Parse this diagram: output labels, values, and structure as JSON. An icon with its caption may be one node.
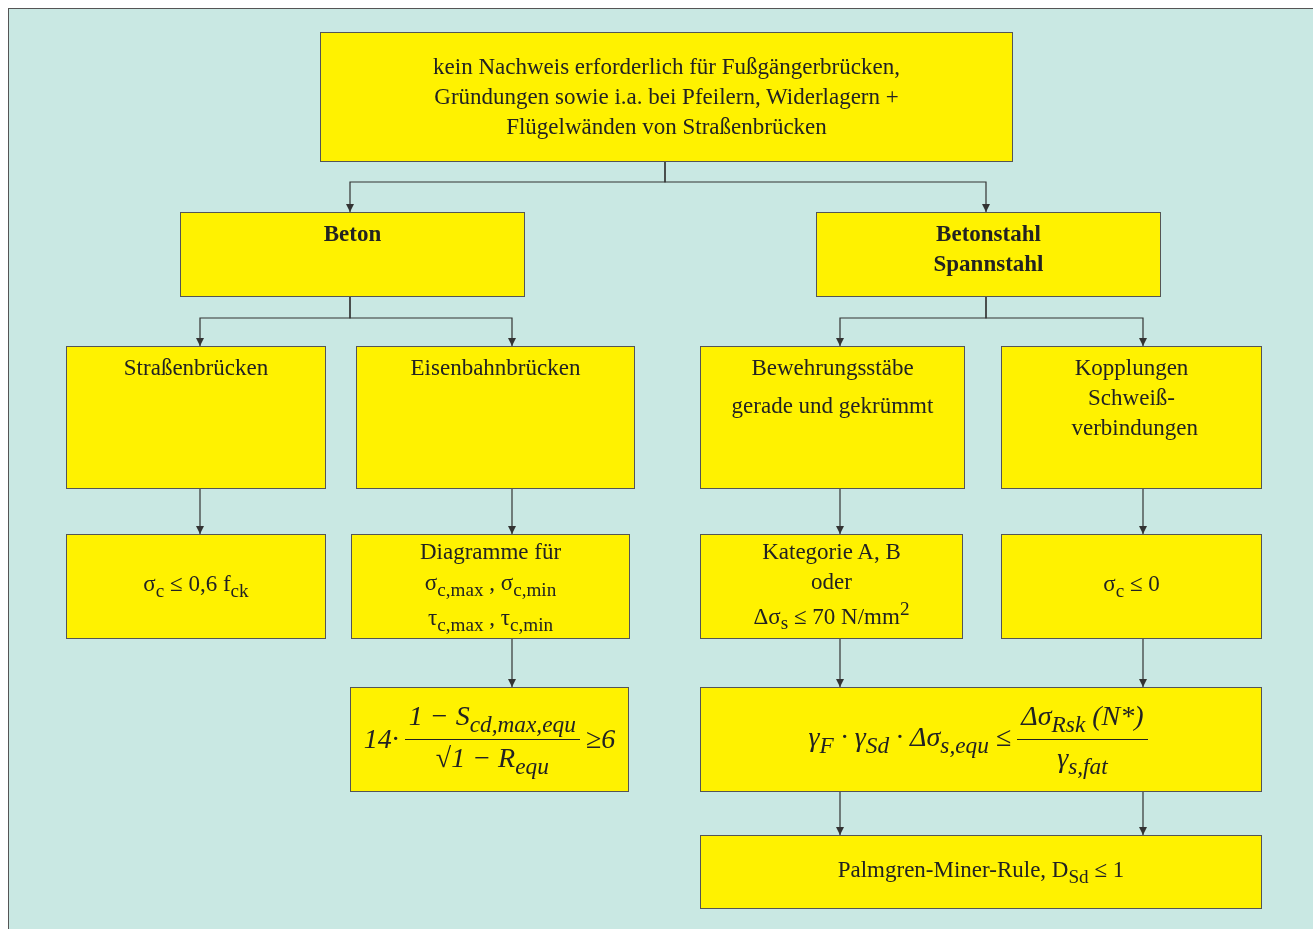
{
  "diagram": {
    "nodes": [
      {
        "text": [
          "kein Nachweis erforderlich für Fußgängerbrücken, Gründungen sowie i.a. bei Pfeilern, Widerlagern + Flügelwänden von Straßenbrücken"
        ]
      },
      {
        "text": [
          "Beton"
        ]
      },
      {
        "text": [
          "Betonstahl Spannstahl"
        ]
      },
      {
        "text": [
          "Straßenbrücken"
        ]
      },
      {
        "text": [
          "Eisenbahnbrücken"
        ]
      },
      {
        "text": [
          "Bewehrungsstäbe",
          "gerade und gekrümmt"
        ]
      },
      {
        "text": [
          "Kopplungen Schweiß- verbindungen"
        ]
      },
      {
        "text": [
          "σ$_{c}$ ≤ 0,6 f$_{ck}$"
        ]
      },
      {
        "text": [
          "Diagramme für",
          "σ$_{c,max}$ , σ$_{c,min}$",
          "τ$_{c,max}$ , τ$_{c,min}$"
        ]
      },
      {
        "text": [
          "Kategorie A, B",
          "oder",
          "Δσ$_{s}$ ≤ 70 N/mm$^{2}$"
        ]
      },
      {
        "text": [
          "σ$_{c}$ ≤ 0"
        ]
      },
      {
        "text": [
          "14·",
          "1 − S$_{cd,max,equ}$",
          "√1 − R$_{equ}$",
          "≥6"
        ]
      },
      {
        "text": [
          "γ$_{F}$ · γ$_{Sd}$ · Δσ$_{s,equ}$ ≤",
          "Δσ$_{Rsk}$ (N*)",
          "γ$_{s,fat}$"
        ]
      },
      {
        "text": [
          "Palmgren-Miner-Rule, D$_{Sd}$ ≤ 1"
        ]
      }
    ],
    "edges": [
      {
        "from": 0,
        "to": 1,
        "arrow": "to"
      },
      {
        "from": 0,
        "to": 2,
        "arrow": "to"
      },
      {
        "from": 1,
        "to": 3,
        "arrow": "to"
      },
      {
        "from": 1,
        "to": 4,
        "arrow": "to"
      },
      {
        "from": 2,
        "to": 5,
        "arrow": "to"
      },
      {
        "from": 2,
        "to": 6,
        "arrow": "to"
      },
      {
        "from": 3,
        "to": 7,
        "arrow": "to"
      },
      {
        "from": 4,
        "to": 8,
        "arrow": "to"
      },
      {
        "from": 5,
        "to": 9,
        "arrow": "to"
      },
      {
        "from": 6,
        "to": 10,
        "arrow": "to"
      },
      {
        "from": 8,
        "to": 11,
        "arrow": "to"
      },
      {
        "from": 9,
        "to": 12,
        "arrow": "to"
      },
      {
        "from": 10,
        "to": 12,
        "arrow": "to"
      },
      {
        "from": 12,
        "to": 13,
        "arrow": "to"
      },
      {
        "from": 12,
        "to": 13,
        "arrow": "to"
      }
    ]
  }
}
